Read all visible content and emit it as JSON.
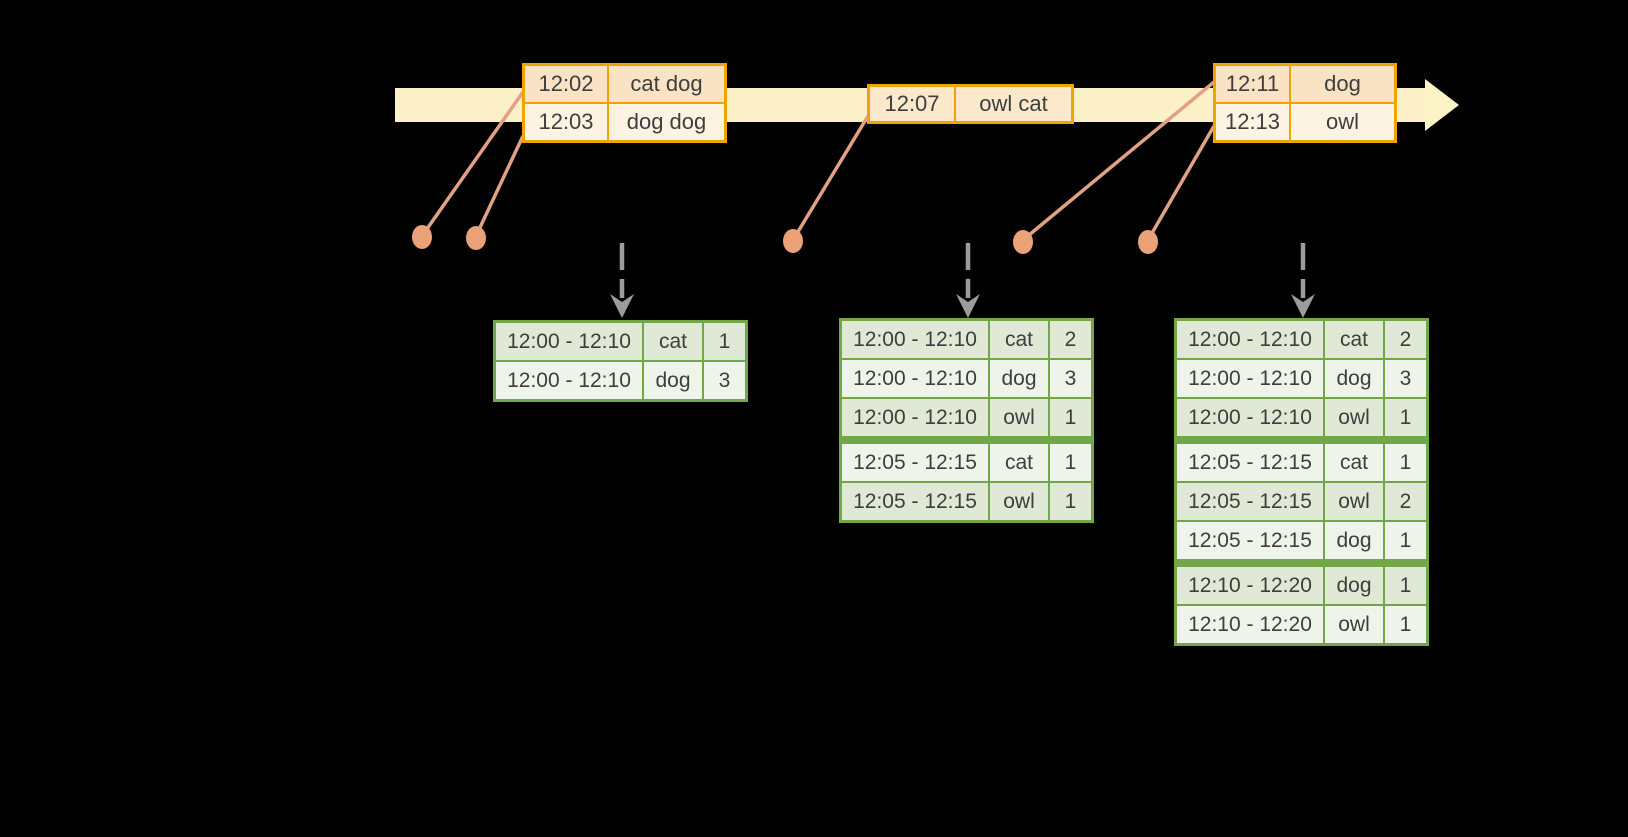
{
  "colors": {
    "background": "#000000",
    "timeline_band": "#fbf0c8",
    "orange_border": "#efa402",
    "orange_row_dark": "#fae3c5",
    "orange_row_light": "#fdf3e3",
    "orange_row_single": "#fce9cc",
    "salmon_connector": "#e3a183",
    "salmon_dot": "#eca277",
    "trigger_arrow_gray": "#9c9c9c",
    "green_border": "#71a747",
    "green_row_dark": "#dfe9d5",
    "green_row_light": "#eff4eb",
    "text": "#3e3e3e"
  },
  "input_tables": [
    {
      "rows": [
        {
          "time": "12:02",
          "words": "cat dog"
        },
        {
          "time": "12:03",
          "words": "dog dog"
        }
      ]
    },
    {
      "rows": [
        {
          "time": "12:07",
          "words": "owl cat"
        }
      ]
    },
    {
      "rows": [
        {
          "time": "12:11",
          "words": "dog"
        },
        {
          "time": "12:13",
          "words": "owl"
        }
      ]
    }
  ],
  "result_tables": [
    {
      "rows": [
        {
          "window": "12:00 - 12:10",
          "word": "cat",
          "count": "1"
        },
        {
          "window": "12:00 - 12:10",
          "word": "dog",
          "count": "3"
        }
      ]
    },
    {
      "rows": [
        {
          "window": "12:00 - 12:10",
          "word": "cat",
          "count": "2"
        },
        {
          "window": "12:00 - 12:10",
          "word": "dog",
          "count": "3"
        },
        {
          "window": "12:00 - 12:10",
          "word": "owl",
          "count": "1"
        },
        {
          "window": "12:05 - 12:15",
          "word": "cat",
          "count": "1"
        },
        {
          "window": "12:05 - 12:15",
          "word": "owl",
          "count": "1"
        }
      ]
    },
    {
      "rows": [
        {
          "window": "12:00 - 12:10",
          "word": "cat",
          "count": "2"
        },
        {
          "window": "12:00 - 12:10",
          "word": "dog",
          "count": "3"
        },
        {
          "window": "12:00 - 12:10",
          "word": "owl",
          "count": "1"
        },
        {
          "window": "12:05 - 12:15",
          "word": "cat",
          "count": "1"
        },
        {
          "window": "12:05 - 12:15",
          "word": "owl",
          "count": "2"
        },
        {
          "window": "12:05 - 12:15",
          "word": "dog",
          "count": "1"
        },
        {
          "window": "12:10 - 12:20",
          "word": "dog",
          "count": "1"
        },
        {
          "window": "12:10 - 12:20",
          "word": "owl",
          "count": "1"
        }
      ]
    }
  ]
}
